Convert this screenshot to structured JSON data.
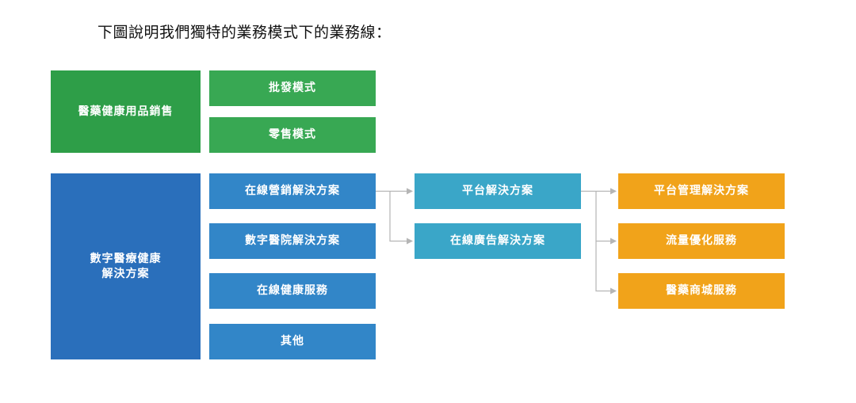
{
  "caption": "下圖說明我們獨特的業務模式下的業務線：",
  "segments": {
    "pharma": {
      "label": "醫藥健康用品銷售",
      "modes": [
        "批發模式",
        "零售模式"
      ]
    },
    "digital": {
      "label_line1": "數字醫療健康",
      "label_line2": "解決方案",
      "items": [
        "在線營銷解決方案",
        "數字醫院解決方案",
        "在線健康服務",
        "其他"
      ]
    }
  },
  "platform": {
    "items": [
      "平台解決方案",
      "在線廣告解決方案"
    ]
  },
  "platform_services": {
    "items": [
      "平台管理解決方案",
      "流量優化服務",
      "醫藥商城服務"
    ]
  },
  "colors": {
    "green": "#38a853",
    "blue": "#3286c8",
    "teal": "#3aa6c8",
    "orange": "#f1a31a",
    "connector": "#b5b5b5"
  }
}
